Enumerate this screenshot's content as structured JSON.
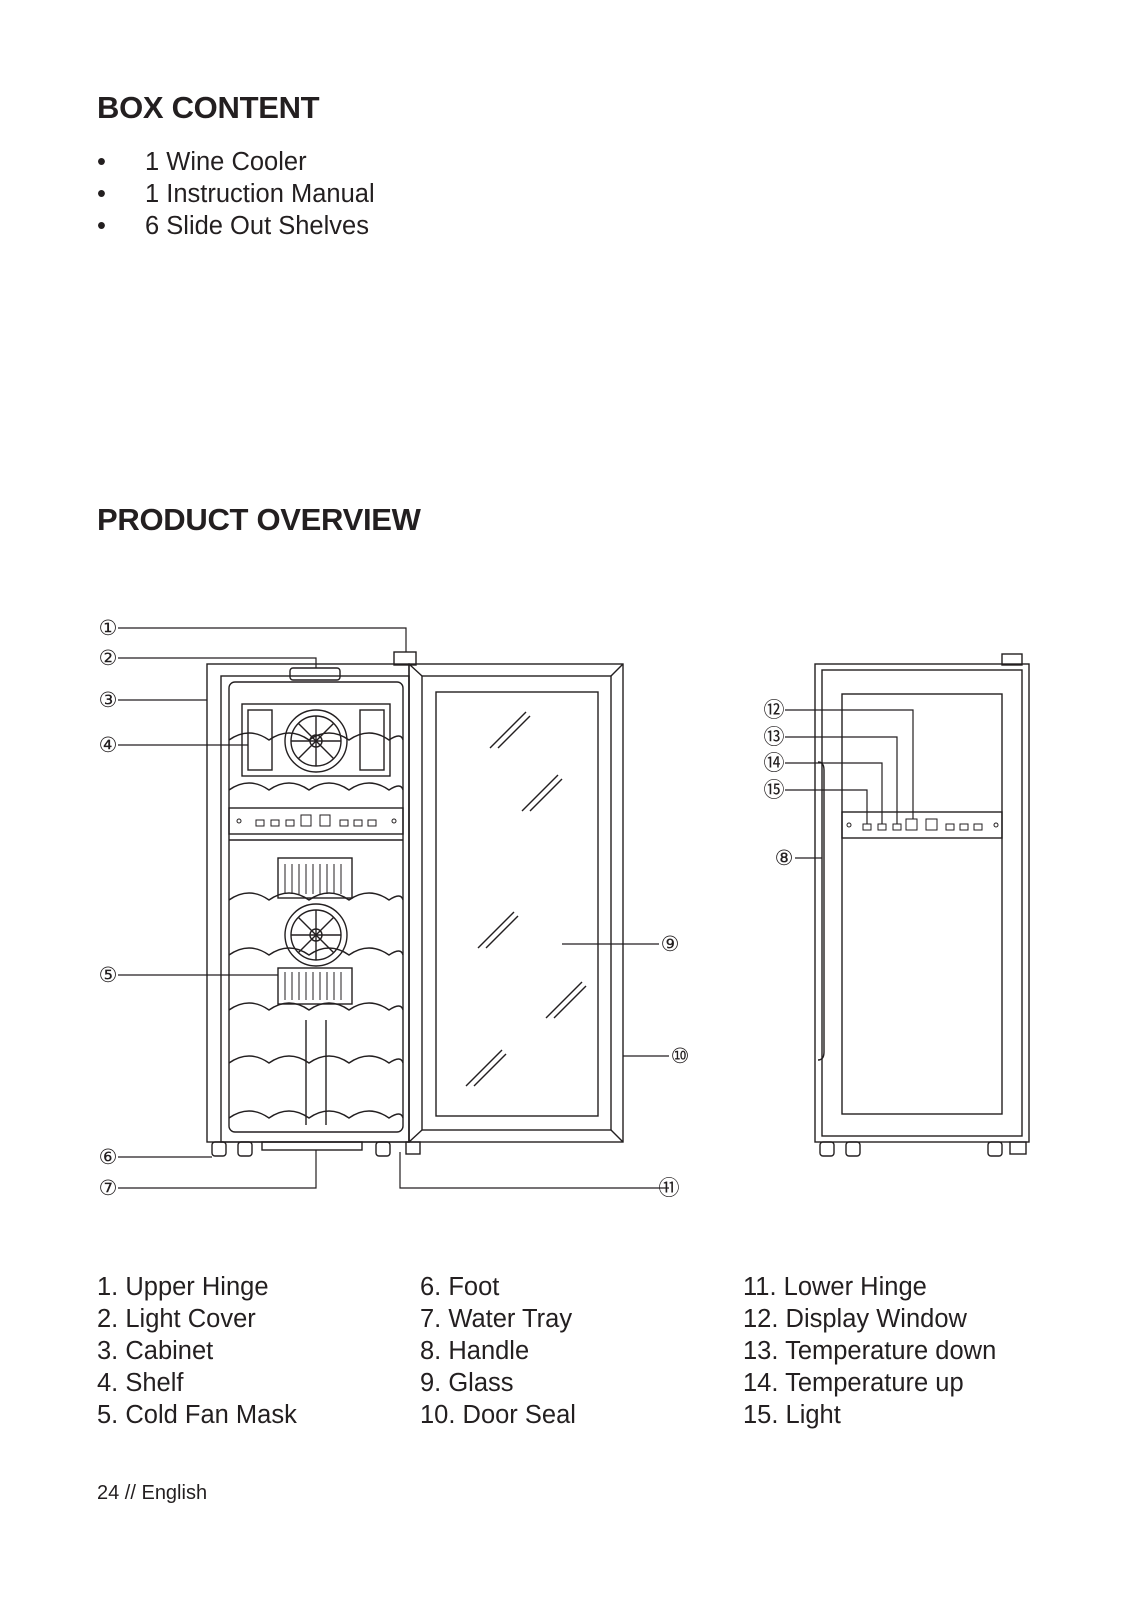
{
  "box_content": {
    "title": "BOX CONTENT",
    "items": [
      "1 Wine Cooler",
      "1 Instruction Manual",
      "6 Slide Out Shelves"
    ]
  },
  "product_overview": {
    "title": "PRODUCT OVERVIEW",
    "parts_columns": [
      [
        "1. Upper Hinge",
        "2. Light Cover",
        "3. Cabinet",
        "4. Shelf",
        "5. Cold Fan Mask"
      ],
      [
        "6. Foot",
        "7. Water Tray",
        "8. Handle",
        "9. Glass",
        "10. Door Seal"
      ],
      [
        "11. Lower Hinge",
        "12. Display Window",
        "13. Temperature down",
        "14. Temperature up",
        "15. Light"
      ]
    ],
    "callouts": [
      "①",
      "②",
      "③",
      "④",
      "⑤",
      "⑥",
      "⑦",
      "⑧",
      "⑨",
      "⑩",
      "⑪",
      "⑫",
      "⑬",
      "⑭",
      "⑮"
    ]
  },
  "footer": {
    "page_label": "24 // English"
  }
}
